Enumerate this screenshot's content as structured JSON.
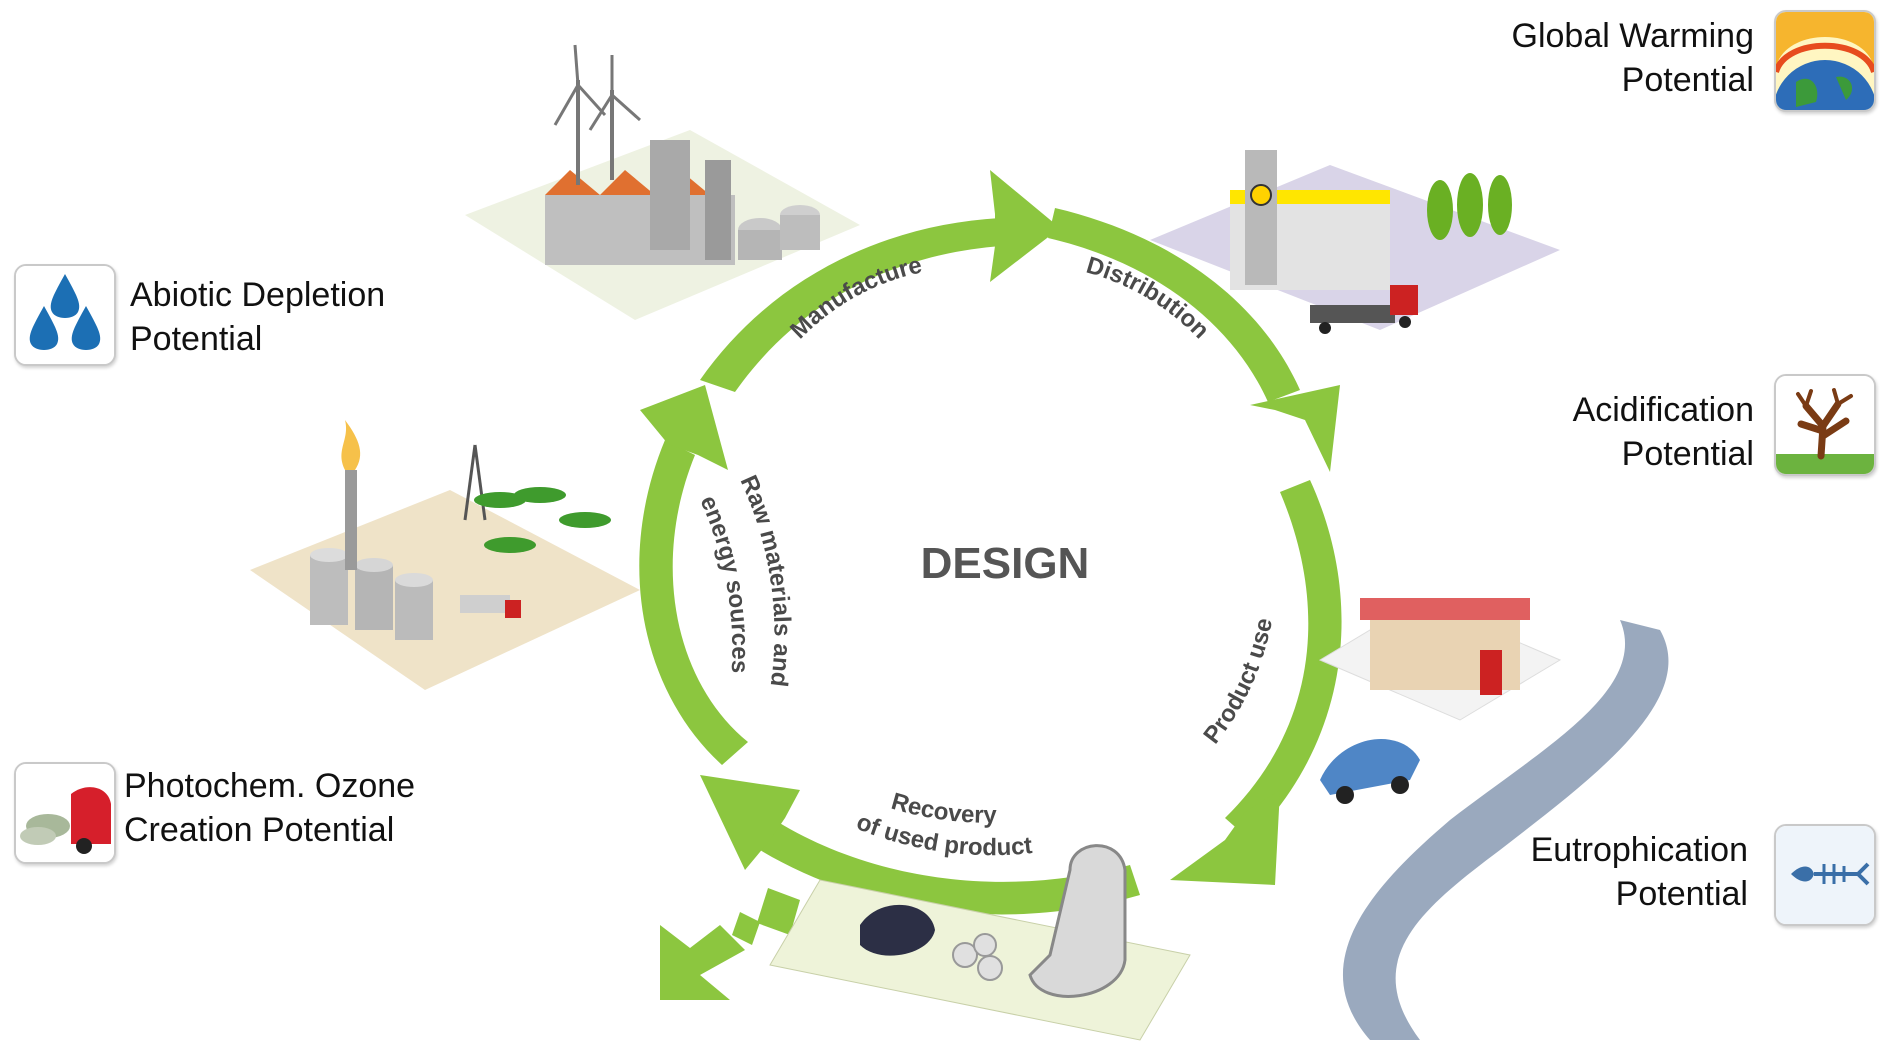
{
  "center_label": "DESIGN",
  "stages": {
    "manufacture": "Manufacture",
    "distribution": "Distribution",
    "product_use": "Product use",
    "recovery_line1": "Recovery",
    "recovery_line2": "of used product",
    "raw_line1": "Raw materials and",
    "raw_line2": "energy sources"
  },
  "impacts": {
    "abiotic": {
      "line1": "Abiotic Depletion",
      "line2": "Potential",
      "icon": "water-drops-icon"
    },
    "photochem": {
      "line1": "Photochem. Ozone",
      "line2": "Creation Potential",
      "icon": "car-exhaust-icon"
    },
    "global": {
      "line1": "Global Warming",
      "line2": "Potential",
      "icon": "globe-sun-icon"
    },
    "acid": {
      "line1": "Acidification",
      "line2": "Potential",
      "icon": "dead-tree-icon"
    },
    "eutro": {
      "line1": "Eutrophication",
      "line2": "Potential",
      "icon": "fish-skeleton-icon"
    }
  },
  "colors": {
    "arrow_green": "#8cc63f",
    "text": "#111111",
    "center_text": "#555555"
  }
}
